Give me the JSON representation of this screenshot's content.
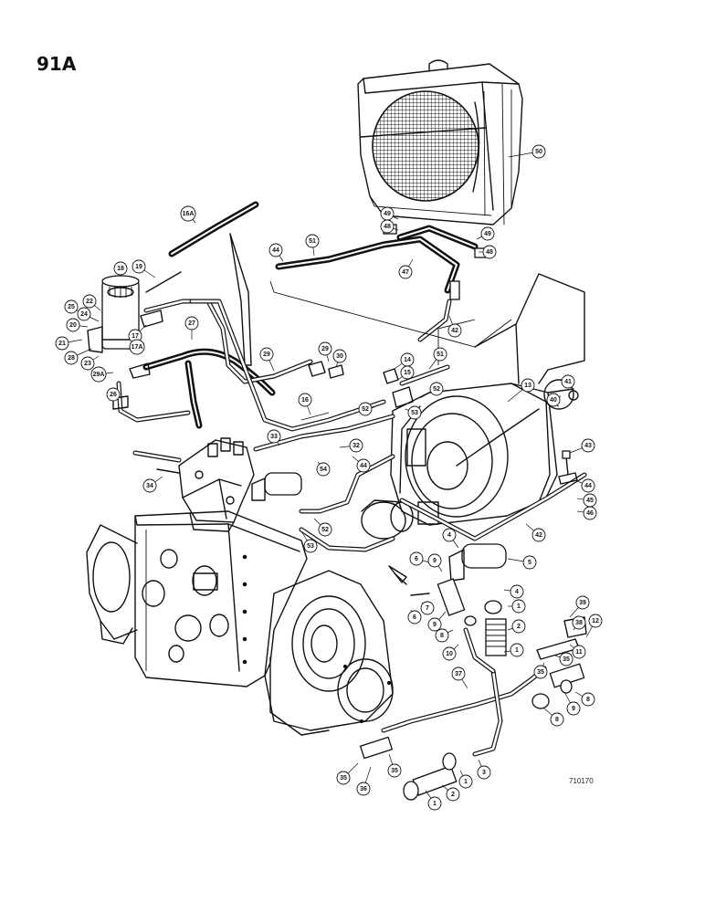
{
  "page": {
    "number": "91A",
    "drawing_code": "710170"
  },
  "callouts": [
    {
      "label": "50"
    },
    {
      "label": "49"
    },
    {
      "label": "48"
    },
    {
      "label": "49"
    },
    {
      "label": "48"
    },
    {
      "label": "16A"
    },
    {
      "label": "44"
    },
    {
      "label": "51"
    },
    {
      "label": "47"
    },
    {
      "label": "42"
    },
    {
      "label": "18"
    },
    {
      "label": "19"
    },
    {
      "label": "25"
    },
    {
      "label": "22"
    },
    {
      "label": "24"
    },
    {
      "label": "20"
    },
    {
      "label": "21"
    },
    {
      "label": "28"
    },
    {
      "label": "23"
    },
    {
      "label": "17"
    },
    {
      "label": "17A"
    },
    {
      "label": "27"
    },
    {
      "label": "29A"
    },
    {
      "label": "26"
    },
    {
      "label": "29"
    },
    {
      "label": "29"
    },
    {
      "label": "30"
    },
    {
      "label": "14"
    },
    {
      "label": "15"
    },
    {
      "label": "51"
    },
    {
      "label": "13"
    },
    {
      "label": "16"
    },
    {
      "label": "52"
    },
    {
      "label": "52"
    },
    {
      "label": "53"
    },
    {
      "label": "41"
    },
    {
      "label": "40"
    },
    {
      "label": "33"
    },
    {
      "label": "32"
    },
    {
      "label": "44"
    },
    {
      "label": "54"
    },
    {
      "label": "43"
    },
    {
      "label": "44"
    },
    {
      "label": "45"
    },
    {
      "label": "46"
    },
    {
      "label": "34"
    },
    {
      "label": "53"
    },
    {
      "label": "52"
    },
    {
      "label": "42"
    },
    {
      "label": "4"
    },
    {
      "label": "5"
    },
    {
      "label": "4"
    },
    {
      "label": "6"
    },
    {
      "label": "9"
    },
    {
      "label": "7"
    },
    {
      "label": "6"
    },
    {
      "label": "9"
    },
    {
      "label": "1"
    },
    {
      "label": "2"
    },
    {
      "label": "8"
    },
    {
      "label": "10"
    },
    {
      "label": "1"
    },
    {
      "label": "39"
    },
    {
      "label": "38"
    },
    {
      "label": "12"
    },
    {
      "label": "11"
    },
    {
      "label": "35"
    },
    {
      "label": "35"
    },
    {
      "label": "37"
    },
    {
      "label": "9"
    },
    {
      "label": "8"
    },
    {
      "label": "8"
    },
    {
      "label": "35"
    },
    {
      "label": "36"
    },
    {
      "label": "35"
    },
    {
      "label": "3"
    },
    {
      "label": "1"
    },
    {
      "label": "2"
    },
    {
      "label": "1"
    }
  ]
}
